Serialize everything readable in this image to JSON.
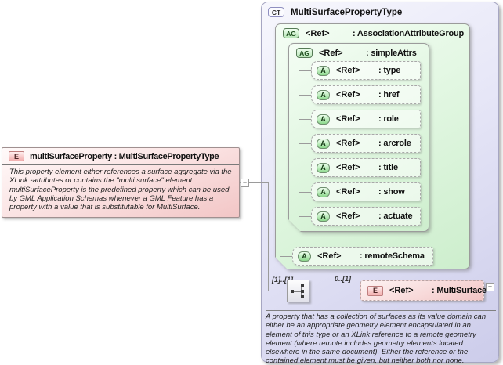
{
  "left_element": {
    "badge": "E",
    "title": "multiSurfaceProperty : MultiSurfacePropertyType",
    "documentation": "This property element either references a surface aggregate via the XLink -attributes or contains the \"multi surface\" element. multiSurfaceProperty is the predefined property which can be used by GML Application Schemas whenever a GML Feature has a property with a value that is substitutable for MultiSurface."
  },
  "collapse_toggle": "−",
  "complex_type": {
    "badge": "CT",
    "title": "MultiSurfacePropertyType",
    "association_attribute_group": {
      "badge": "AG",
      "ref_label": "<Ref>",
      "name_label": ": AssociationAttributeGroup"
    },
    "simple_attrs": {
      "badge": "AG",
      "ref_label": "<Ref>",
      "name_label": ": simpleAttrs",
      "attributes": [
        {
          "badge": "A",
          "ref_label": "<Ref>",
          "name_label": ": type"
        },
        {
          "badge": "A",
          "ref_label": "<Ref>",
          "name_label": ": href"
        },
        {
          "badge": "A",
          "ref_label": "<Ref>",
          "name_label": ": role"
        },
        {
          "badge": "A",
          "ref_label": "<Ref>",
          "name_label": ": arcrole"
        },
        {
          "badge": "A",
          "ref_label": "<Ref>",
          "name_label": ": title"
        },
        {
          "badge": "A",
          "ref_label": "<Ref>",
          "name_label": ": show"
        },
        {
          "badge": "A",
          "ref_label": "<Ref>",
          "name_label": ": actuate"
        }
      ]
    },
    "remote_schema_attr": {
      "badge": "A",
      "ref_label": "<Ref>",
      "name_label": ": remoteSchema"
    },
    "content_model": {
      "cardinality_outer": "[1]..[1]",
      "cardinality_inner": "0..[1]",
      "element": {
        "badge": "E",
        "ref_label": "<Ref>",
        "name_label": ": MultiSurface"
      },
      "expand_toggle": "+"
    },
    "documentation": "A property that has a collection of surfaces as its value domain can either be an appropriate geometry element encapsulated in an element of this type or an XLink reference to a remote geometry element (where remote includes geometry elements located elsewhere in the same document). Either the reference or the contained element must be given, but neither both nor none."
  },
  "colors": {
    "element_pink": "#f2c6c6",
    "complex_type_lavender": "#ccccea",
    "attribute_group_green": "#cdeecd",
    "connector_gray": "#9b9b9b"
  }
}
